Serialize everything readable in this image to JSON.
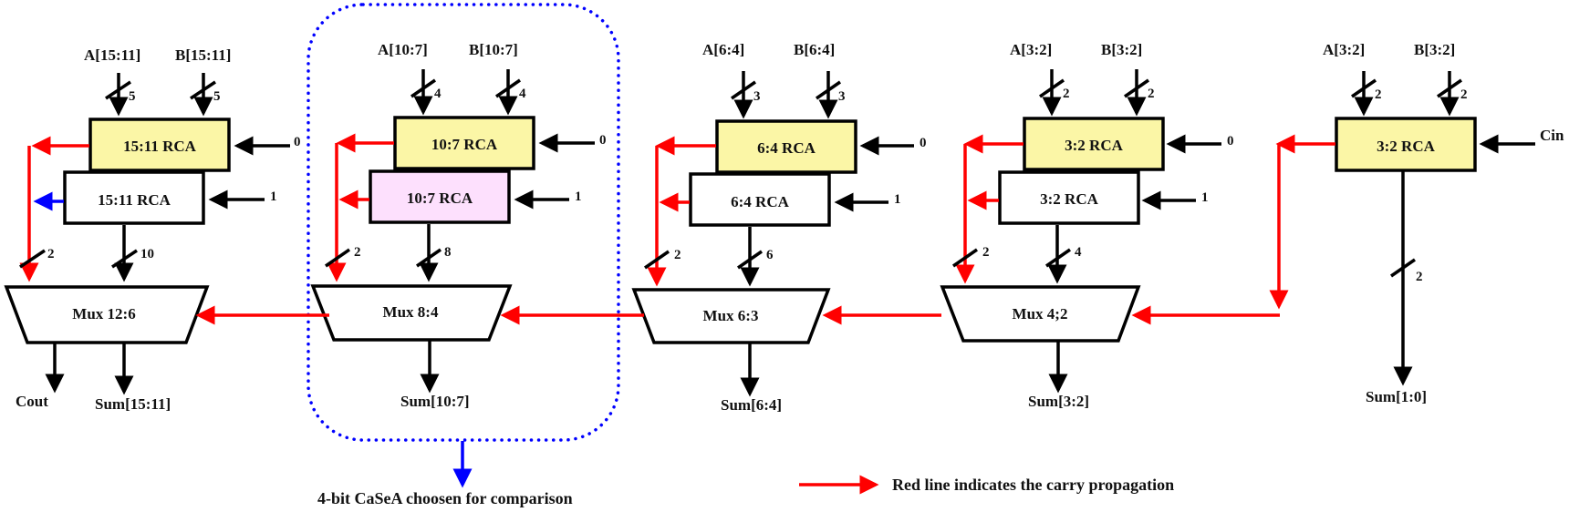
{
  "colors": {
    "rca_primary_fill": "#fbf6a6",
    "rca_highlight_fill": "#fde0fd",
    "rca_secondary_fill": "#ffffff",
    "carry_line": "#ff0000",
    "selection_outline": "#0000ff",
    "wire": "#000000"
  },
  "stages": [
    {
      "id": "s1511",
      "a_label": "A[15:11]",
      "b_label": "B[15:11]",
      "a_width": "5",
      "b_width": "5",
      "rca0_label": "15:11 RCA",
      "rca1_label": "15:11 RCA",
      "cin0": "0",
      "cin1": "1",
      "carry_width": "2",
      "sum_width": "10",
      "mux_label": "Mux 12:6",
      "sum_out": "Sum[15:11]",
      "cout_label": "Cout"
    },
    {
      "id": "s107",
      "a_label": "A[10:7]",
      "b_label": "B[10:7]",
      "a_width": "4",
      "b_width": "4",
      "rca0_label": "10:7 RCA",
      "rca1_label": "10:7 RCA",
      "cin0": "0",
      "cin1": "1",
      "carry_width": "2",
      "sum_width": "8",
      "mux_label": "Mux 8:4",
      "sum_out": "Sum[10:7]"
    },
    {
      "id": "s64",
      "a_label": "A[6:4]",
      "b_label": "B[6:4]",
      "a_width": "3",
      "b_width": "3",
      "rca0_label": "6:4 RCA",
      "rca1_label": "6:4 RCA",
      "cin0": "0",
      "cin1": "1",
      "carry_width": "2",
      "sum_width": "6",
      "mux_label": "Mux 6:3",
      "sum_out": "Sum[6:4]"
    },
    {
      "id": "s32",
      "a_label": "A[3:2]",
      "b_label": "B[3:2]",
      "a_width": "2",
      "b_width": "2",
      "rca0_label": "3:2 RCA",
      "rca1_label": "3:2 RCA",
      "cin0": "0",
      "cin1": "1",
      "carry_width": "2",
      "sum_width": "4",
      "mux_label": "Mux 4;2",
      "sum_out": "Sum[3:2]"
    },
    {
      "id": "s10",
      "a_label": "A[3:2]",
      "b_label": "B[3:2]",
      "a_width": "2",
      "b_width": "2",
      "rca0_label": "3:2 RCA",
      "cin0": "Cin",
      "sum_width": "2",
      "sum_out": "Sum[1:0]"
    }
  ],
  "annotations": {
    "selection_caption": "4-bit CaSeA choosen for comparison",
    "legend_text": "Red line indicates the carry propagation"
  }
}
